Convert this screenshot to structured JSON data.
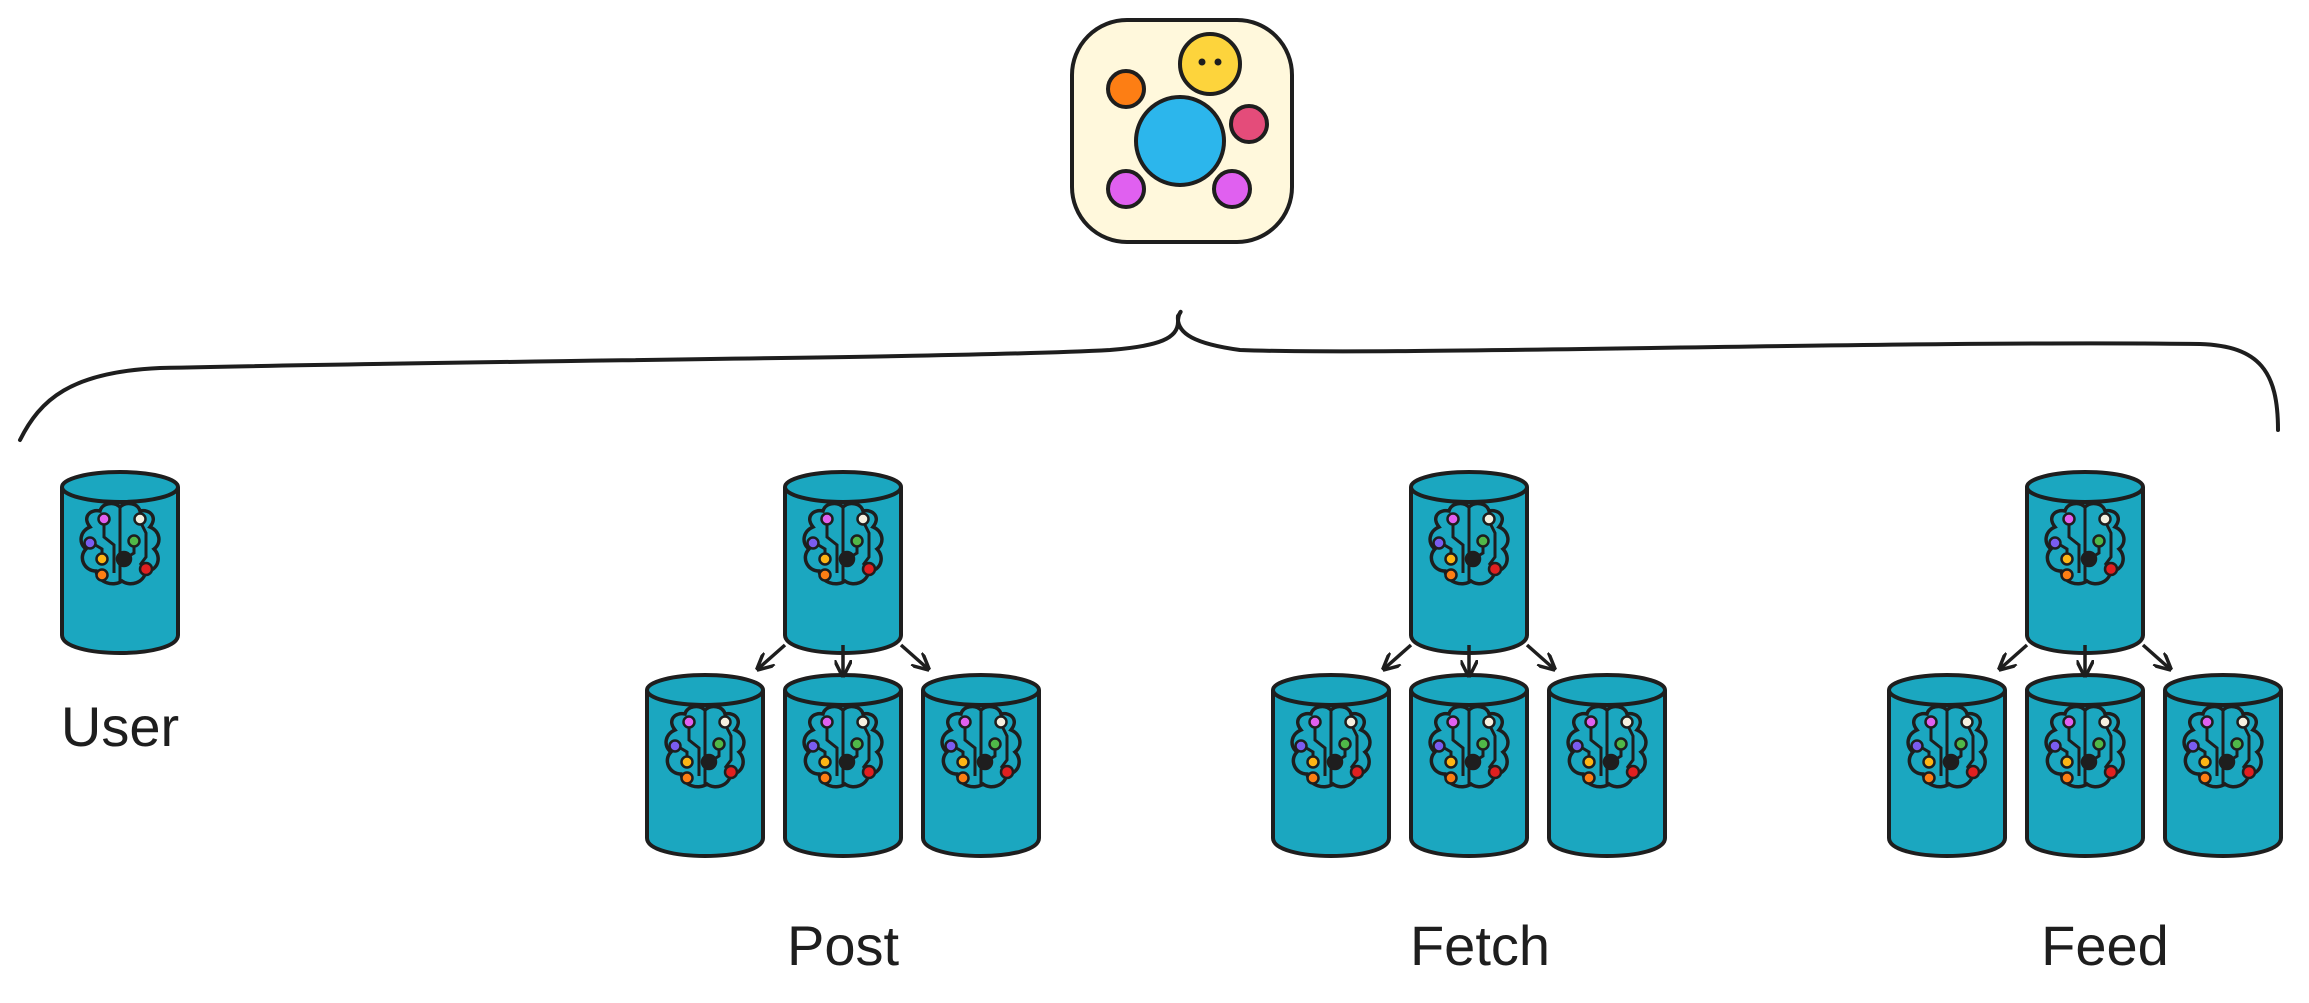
{
  "diagram": {
    "root": {
      "icon": "service-hub-icon"
    },
    "groups": [
      {
        "label": "User",
        "has_children": false,
        "child_count": 0
      },
      {
        "label": "Post",
        "has_children": true,
        "child_count": 3
      },
      {
        "label": "Fetch",
        "has_children": true,
        "child_count": 3
      },
      {
        "label": "Feed",
        "has_children": true,
        "child_count": 3
      }
    ],
    "node_icon": "brain-database-icon",
    "colors": {
      "cylinder": "#1ba7c0",
      "outline": "#1e1e1e",
      "hub_bg": "#fff8dc",
      "hub_center": "#2cb6ec",
      "hub_face": "#fdd43c",
      "hub_orange": "#fd7e14",
      "hub_pink": "#e44c7a",
      "hub_violet": "#e060f0"
    }
  }
}
